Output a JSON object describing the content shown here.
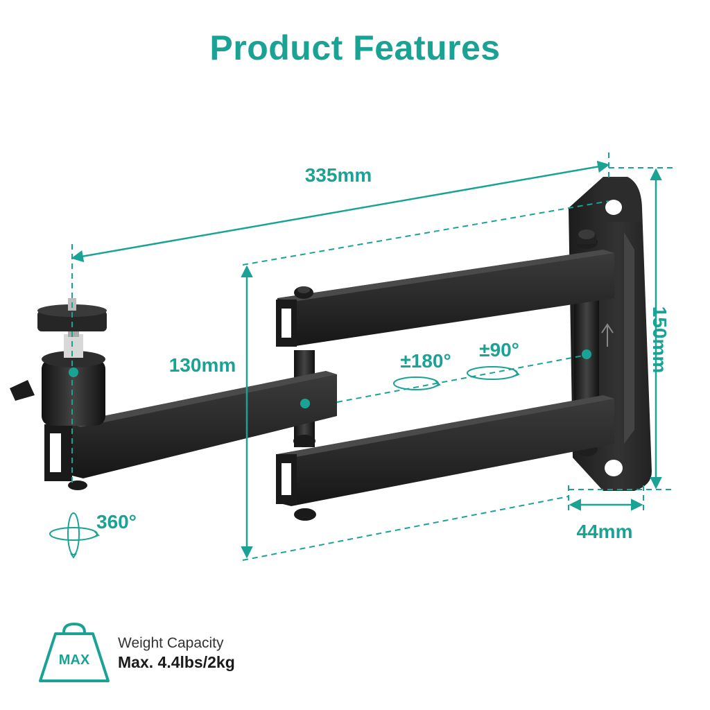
{
  "title": "Product Features",
  "colors": {
    "accent": "#1aa394",
    "metal": "#2a2a2a",
    "metal_light": "#5a5a5a"
  },
  "dimensions": {
    "length": "335mm",
    "arm_height": "130mm",
    "plate_height": "150mm",
    "plate_depth": "44mm"
  },
  "rotations": {
    "head": "360°",
    "middle_joint": "±180°",
    "wall_joint": "±90°"
  },
  "capacity": {
    "badge": "MAX",
    "label": "Weight Capacity",
    "value": "Max. 4.4lbs/2kg"
  },
  "icons": [
    "weight-icon",
    "rotate-arrows-icon",
    "up-arrow-icon"
  ]
}
